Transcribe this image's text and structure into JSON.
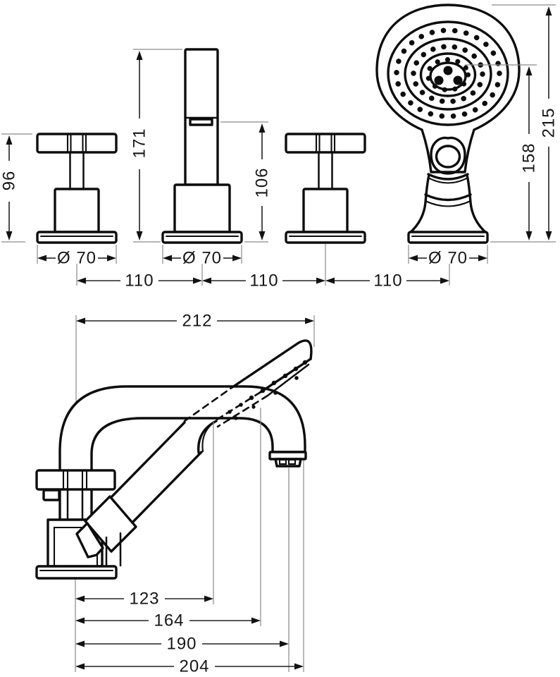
{
  "drawing": {
    "dimensions": {
      "d96": "96",
      "d171": "171",
      "d106": "106",
      "d158": "158",
      "d215": "215",
      "dia70": "Ø 70",
      "d110": "110",
      "d212": "212",
      "d123": "123",
      "d164": "164",
      "d190": "190",
      "d204": "204"
    },
    "colors": {
      "line": "#0d0d0d",
      "dimension_line": "#222222",
      "extension_line": "#8a8a8a",
      "background": "#ffffff"
    }
  }
}
